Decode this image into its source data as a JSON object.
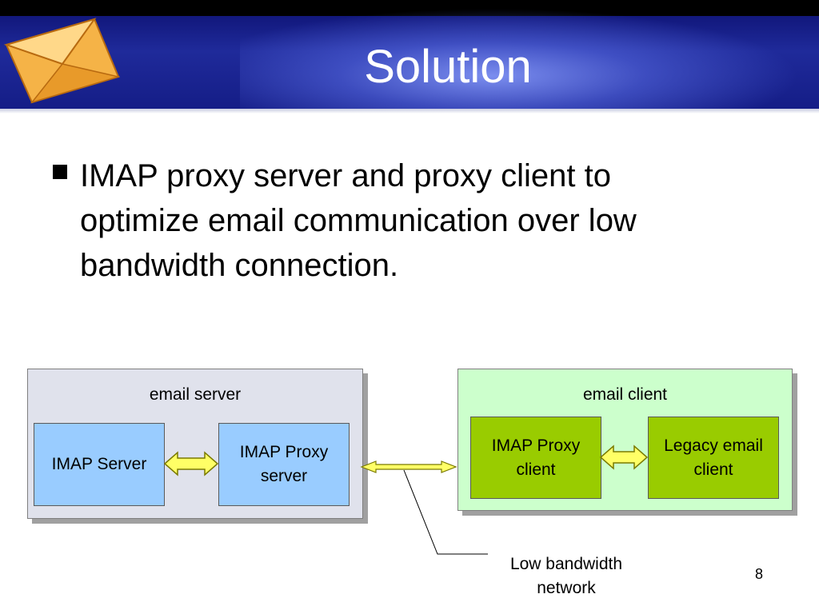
{
  "slide": {
    "title": "Solution",
    "bullet": {
      "line1": "IMAP proxy server and proxy client to",
      "line2": "optimize email communication over low",
      "line3": "bandwidth connection."
    },
    "page_number": "8"
  },
  "diagram": {
    "server_group": {
      "label": "email server",
      "imap_server": "IMAP Server",
      "imap_proxy_server_line1": "IMAP Proxy",
      "imap_proxy_server_line2": "server"
    },
    "client_group": {
      "label": "email client",
      "imap_proxy_client_line1": "IMAP Proxy",
      "imap_proxy_client_line2": "client",
      "legacy_client_line1": "Legacy email",
      "legacy_client_line2": "client"
    },
    "network_label_line1": "Low bandwidth",
    "network_label_line2": "network"
  },
  "colors": {
    "header_dark": "#0b0f6e",
    "server_group_fill": "#e0e2ec",
    "client_group_fill": "#ccffcc",
    "server_box_fill": "#99ccff",
    "client_box_fill": "#99cc00",
    "arrow_fill": "#ffff66"
  }
}
